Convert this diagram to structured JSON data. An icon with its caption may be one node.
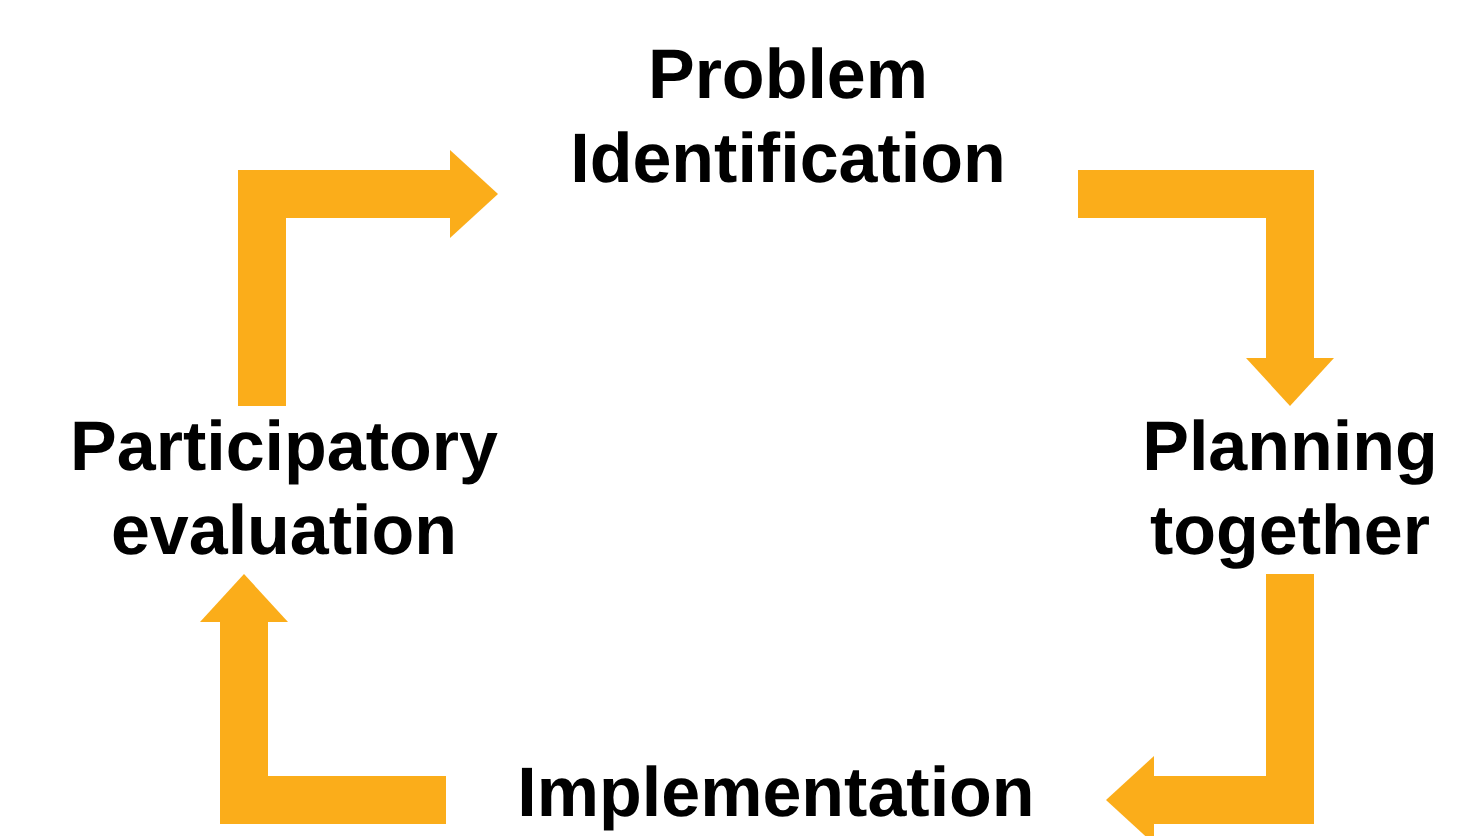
{
  "diagram": {
    "nodes": [
      {
        "text": [
          "Problem Identification"
        ]
      },
      {
        "text": [
          "Planning together"
        ]
      },
      {
        "text": [
          "Implementation"
        ]
      },
      {
        "text": [
          "Participatory evaluation"
        ]
      }
    ],
    "edges": [
      {
        "from": 3,
        "to": 0,
        "arrow": "to"
      },
      {
        "from": 0,
        "to": 1,
        "arrow": "to"
      },
      {
        "from": 1,
        "to": 2,
        "arrow": "to"
      },
      {
        "from": 2,
        "to": 3,
        "arrow": "to"
      }
    ]
  }
}
